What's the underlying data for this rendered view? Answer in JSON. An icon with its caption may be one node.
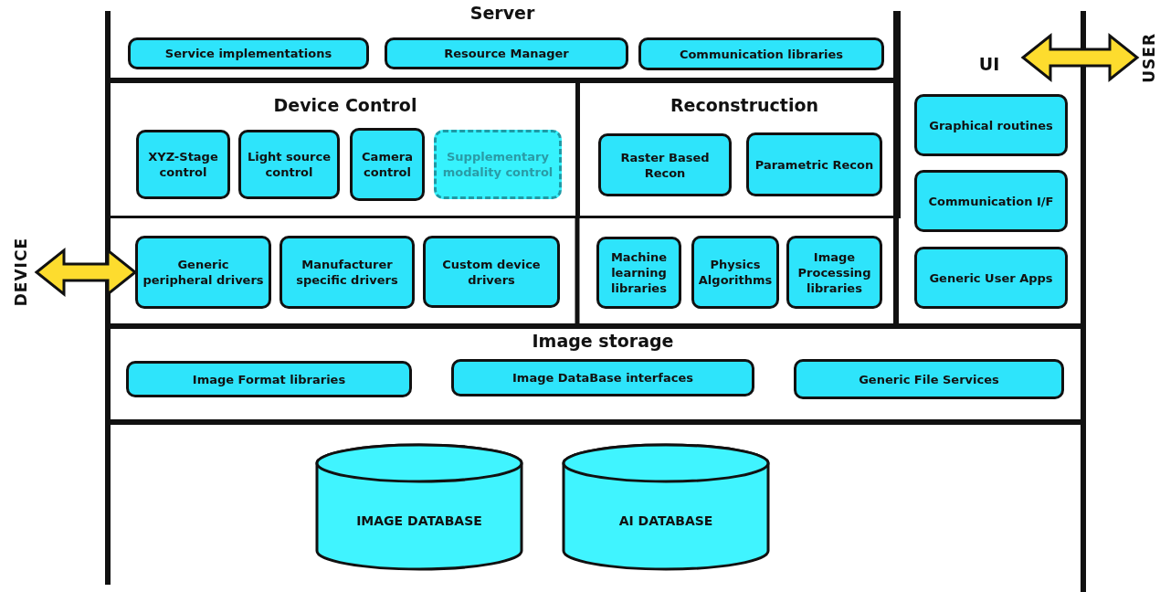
{
  "diagram": {
    "nodes": [
      {
        "text": [
          "Server"
        ]
      },
      {
        "text": [
          "Service implementations"
        ],
        "in": 0
      },
      {
        "text": [
          "Resource Manager"
        ],
        "in": 0
      },
      {
        "text": [
          "Communication libraries"
        ],
        "in": 0
      },
      {
        "text": [
          "Device Control"
        ]
      },
      {
        "text": [
          "XYZ-Stage control"
        ],
        "in": 4
      },
      {
        "text": [
          "Light source control"
        ],
        "in": 4
      },
      {
        "text": [
          "Camera control"
        ],
        "in": 4
      },
      {
        "text": [
          "Supplementary modality control"
        ],
        "in": 4
      },
      {
        "text": [
          "Reconstruction"
        ]
      },
      {
        "text": [
          "Raster Based Recon"
        ],
        "in": 9
      },
      {
        "text": [
          "Parametric Recon"
        ],
        "in": 9
      },
      {
        "text": [
          "UI"
        ]
      },
      {
        "text": [
          "Graphical routines"
        ],
        "in": 12
      },
      {
        "text": [
          "Communication I/F"
        ],
        "in": 12
      },
      {
        "text": [
          "Generic User Apps"
        ],
        "in": 12
      },
      {
        "text": [
          "DEVICE"
        ]
      },
      {
        "text": [
          "Generic peripheral drivers"
        ]
      },
      {
        "text": [
          "Manufacturer specific drivers"
        ]
      },
      {
        "text": [
          "Custom device drivers"
        ]
      },
      {
        "text": [
          "Machine learning libraries"
        ]
      },
      {
        "text": [
          "Physics Algorithms"
        ]
      },
      {
        "text": [
          "Image Processing libraries"
        ]
      },
      {
        "text": [
          "USER"
        ]
      },
      {
        "text": [
          "Image storage"
        ]
      },
      {
        "text": [
          "Image Format libraries"
        ],
        "in": 24
      },
      {
        "text": [
          "Image DataBase interfaces"
        ],
        "in": 24
      },
      {
        "text": [
          "Generic File Services"
        ],
        "in": 24
      },
      {
        "text": [
          "IMAGE DATABASE"
        ]
      },
      {
        "text": [
          "AI DATABASE"
        ]
      }
    ],
    "edges": [
      {
        "from": 16,
        "to": 17,
        "arrow": "both"
      },
      {
        "from": 12,
        "to": 23,
        "arrow": "both"
      }
    ]
  }
}
